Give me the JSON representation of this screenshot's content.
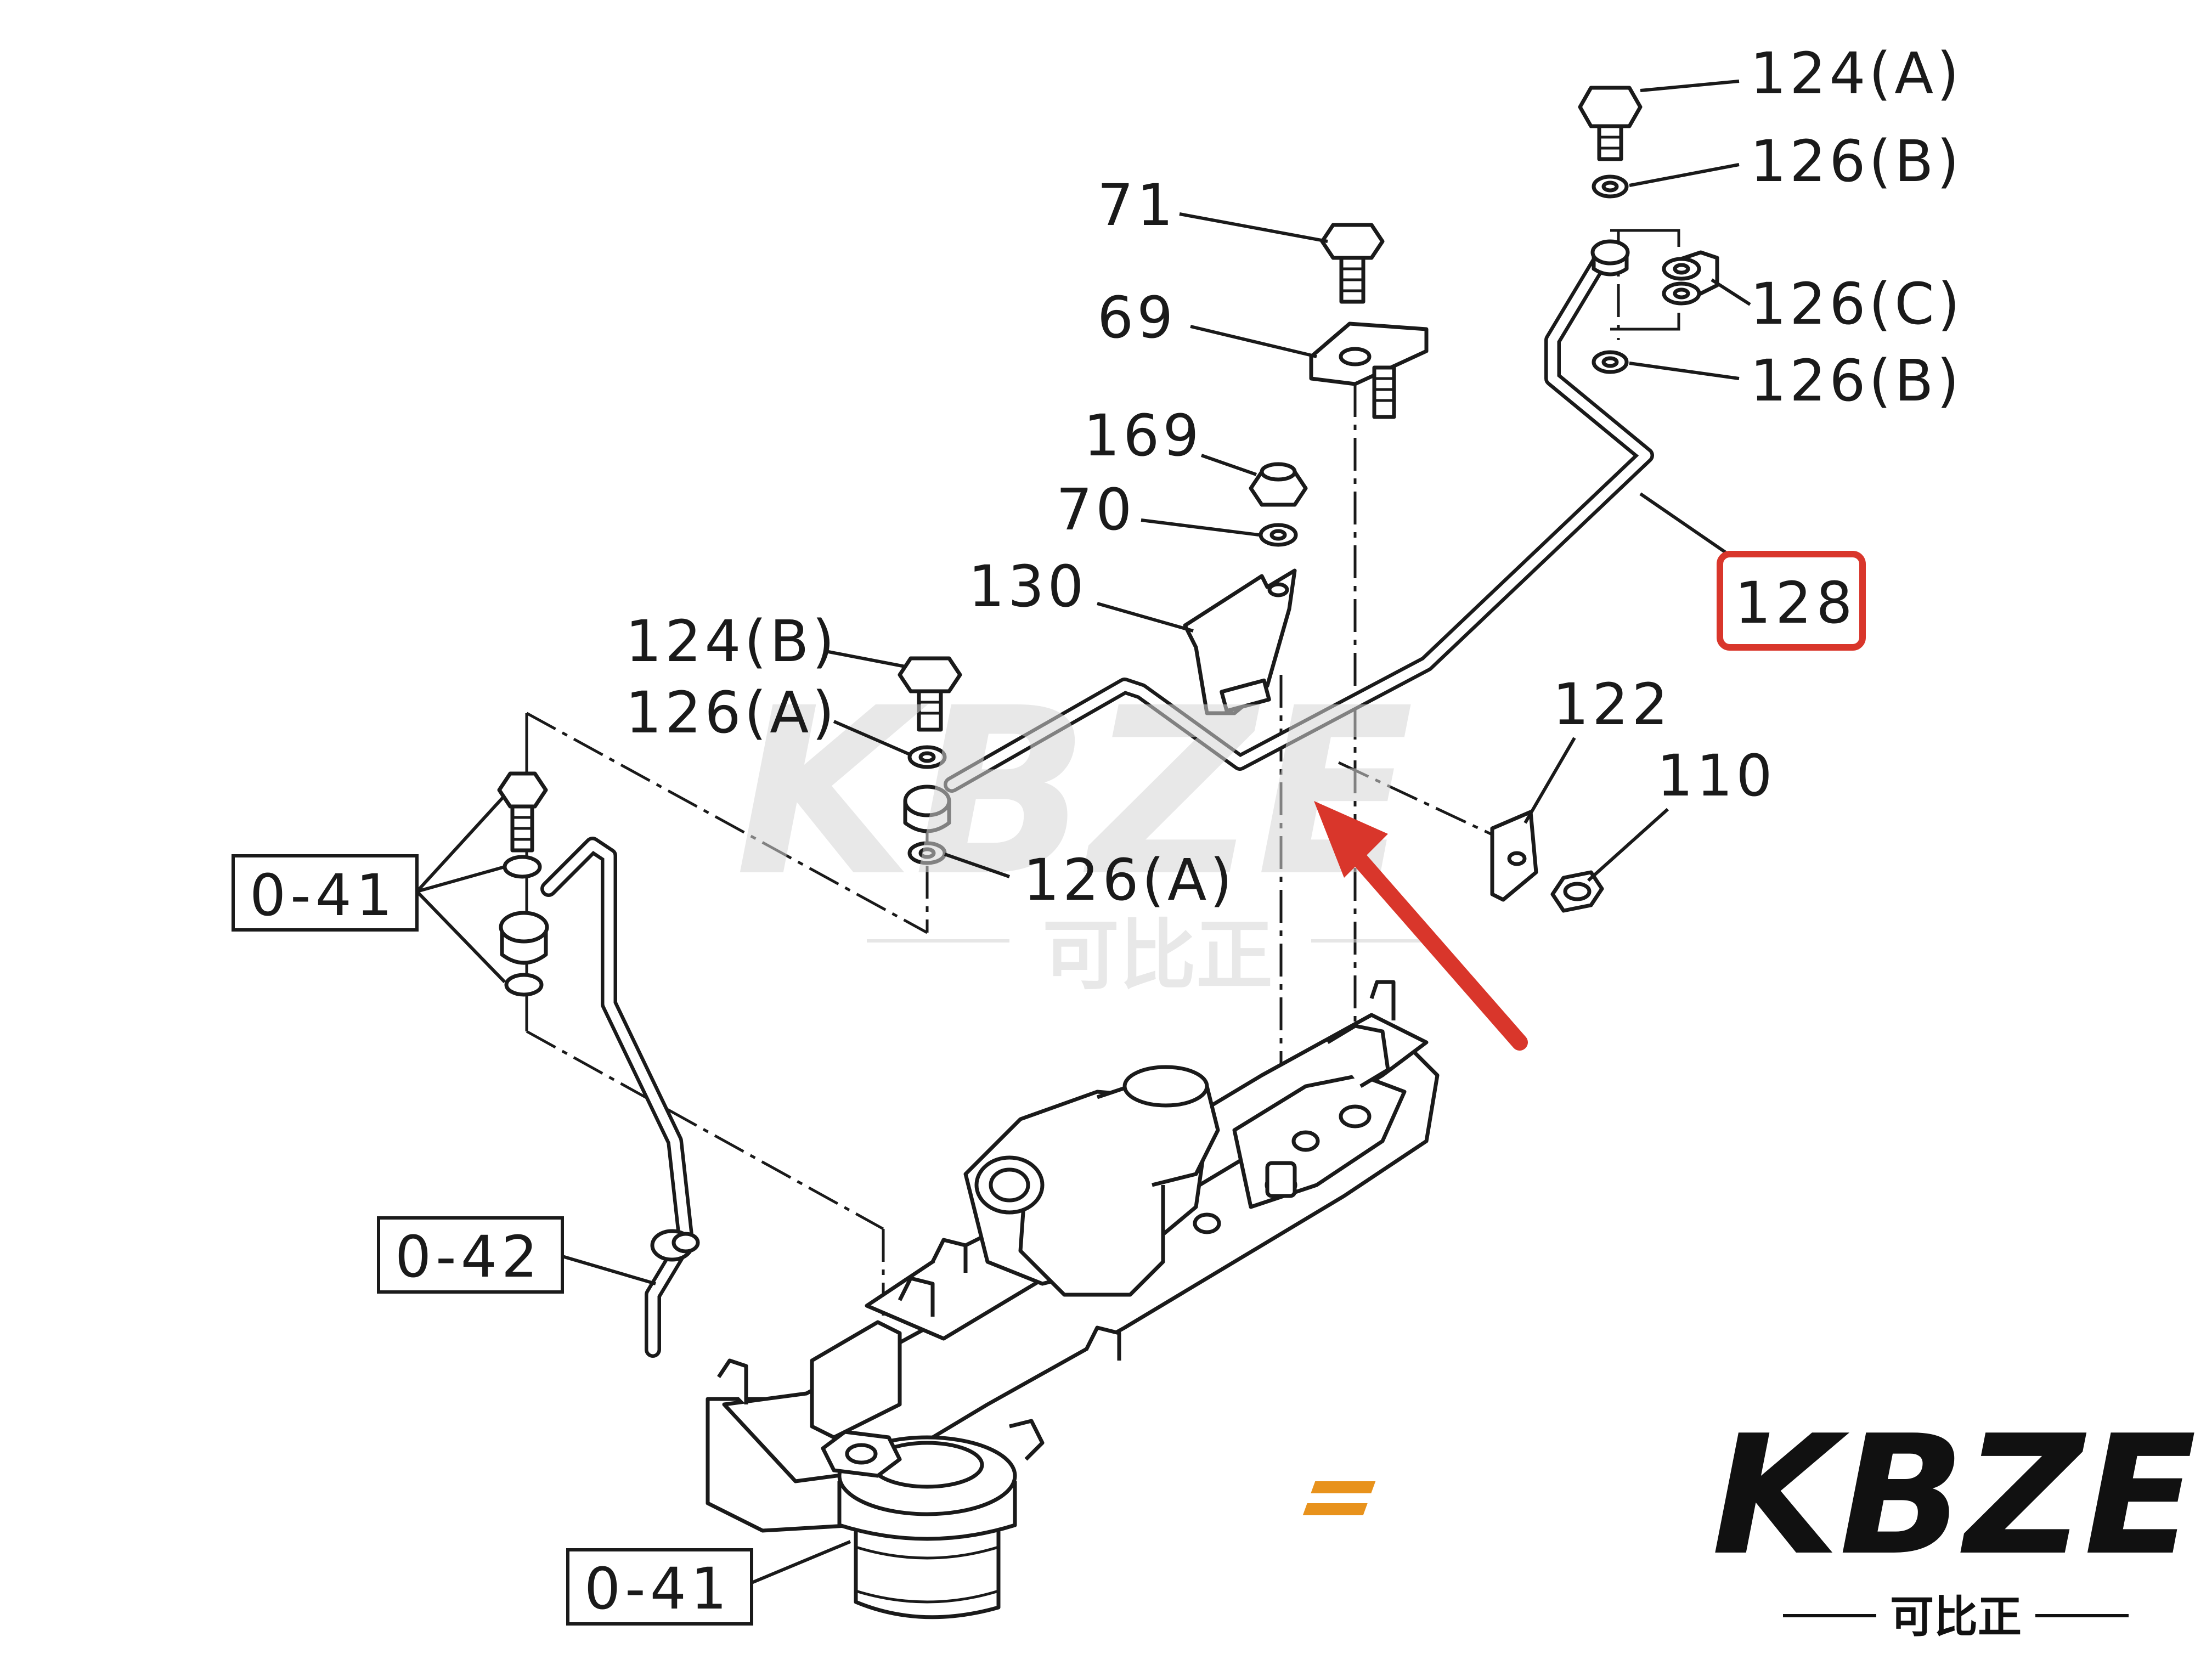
{
  "labels": {
    "l124a": "124(A)",
    "l126b_top": "126(B)",
    "l126c": "126(C)",
    "l126b_bottom": "126(B)",
    "l71": "71",
    "l69": "69",
    "l169": "169",
    "l70": "70",
    "l130": "130",
    "l128": "128",
    "l124b": "124(B)",
    "l126a_top": "126(A)",
    "l126a_bottom": "126(A)",
    "l122": "122",
    "l110": "110",
    "l041_top": "0-41",
    "l042": "0-42",
    "l041_bottom": "0-41"
  },
  "highlight": {
    "part": "128",
    "color": "#d9362b"
  },
  "watermark": {
    "text": "KBZE",
    "subtext": "可比正"
  },
  "logo": {
    "text": "KBZE",
    "subtext": "可比正",
    "accent_color": "#e8921c"
  }
}
